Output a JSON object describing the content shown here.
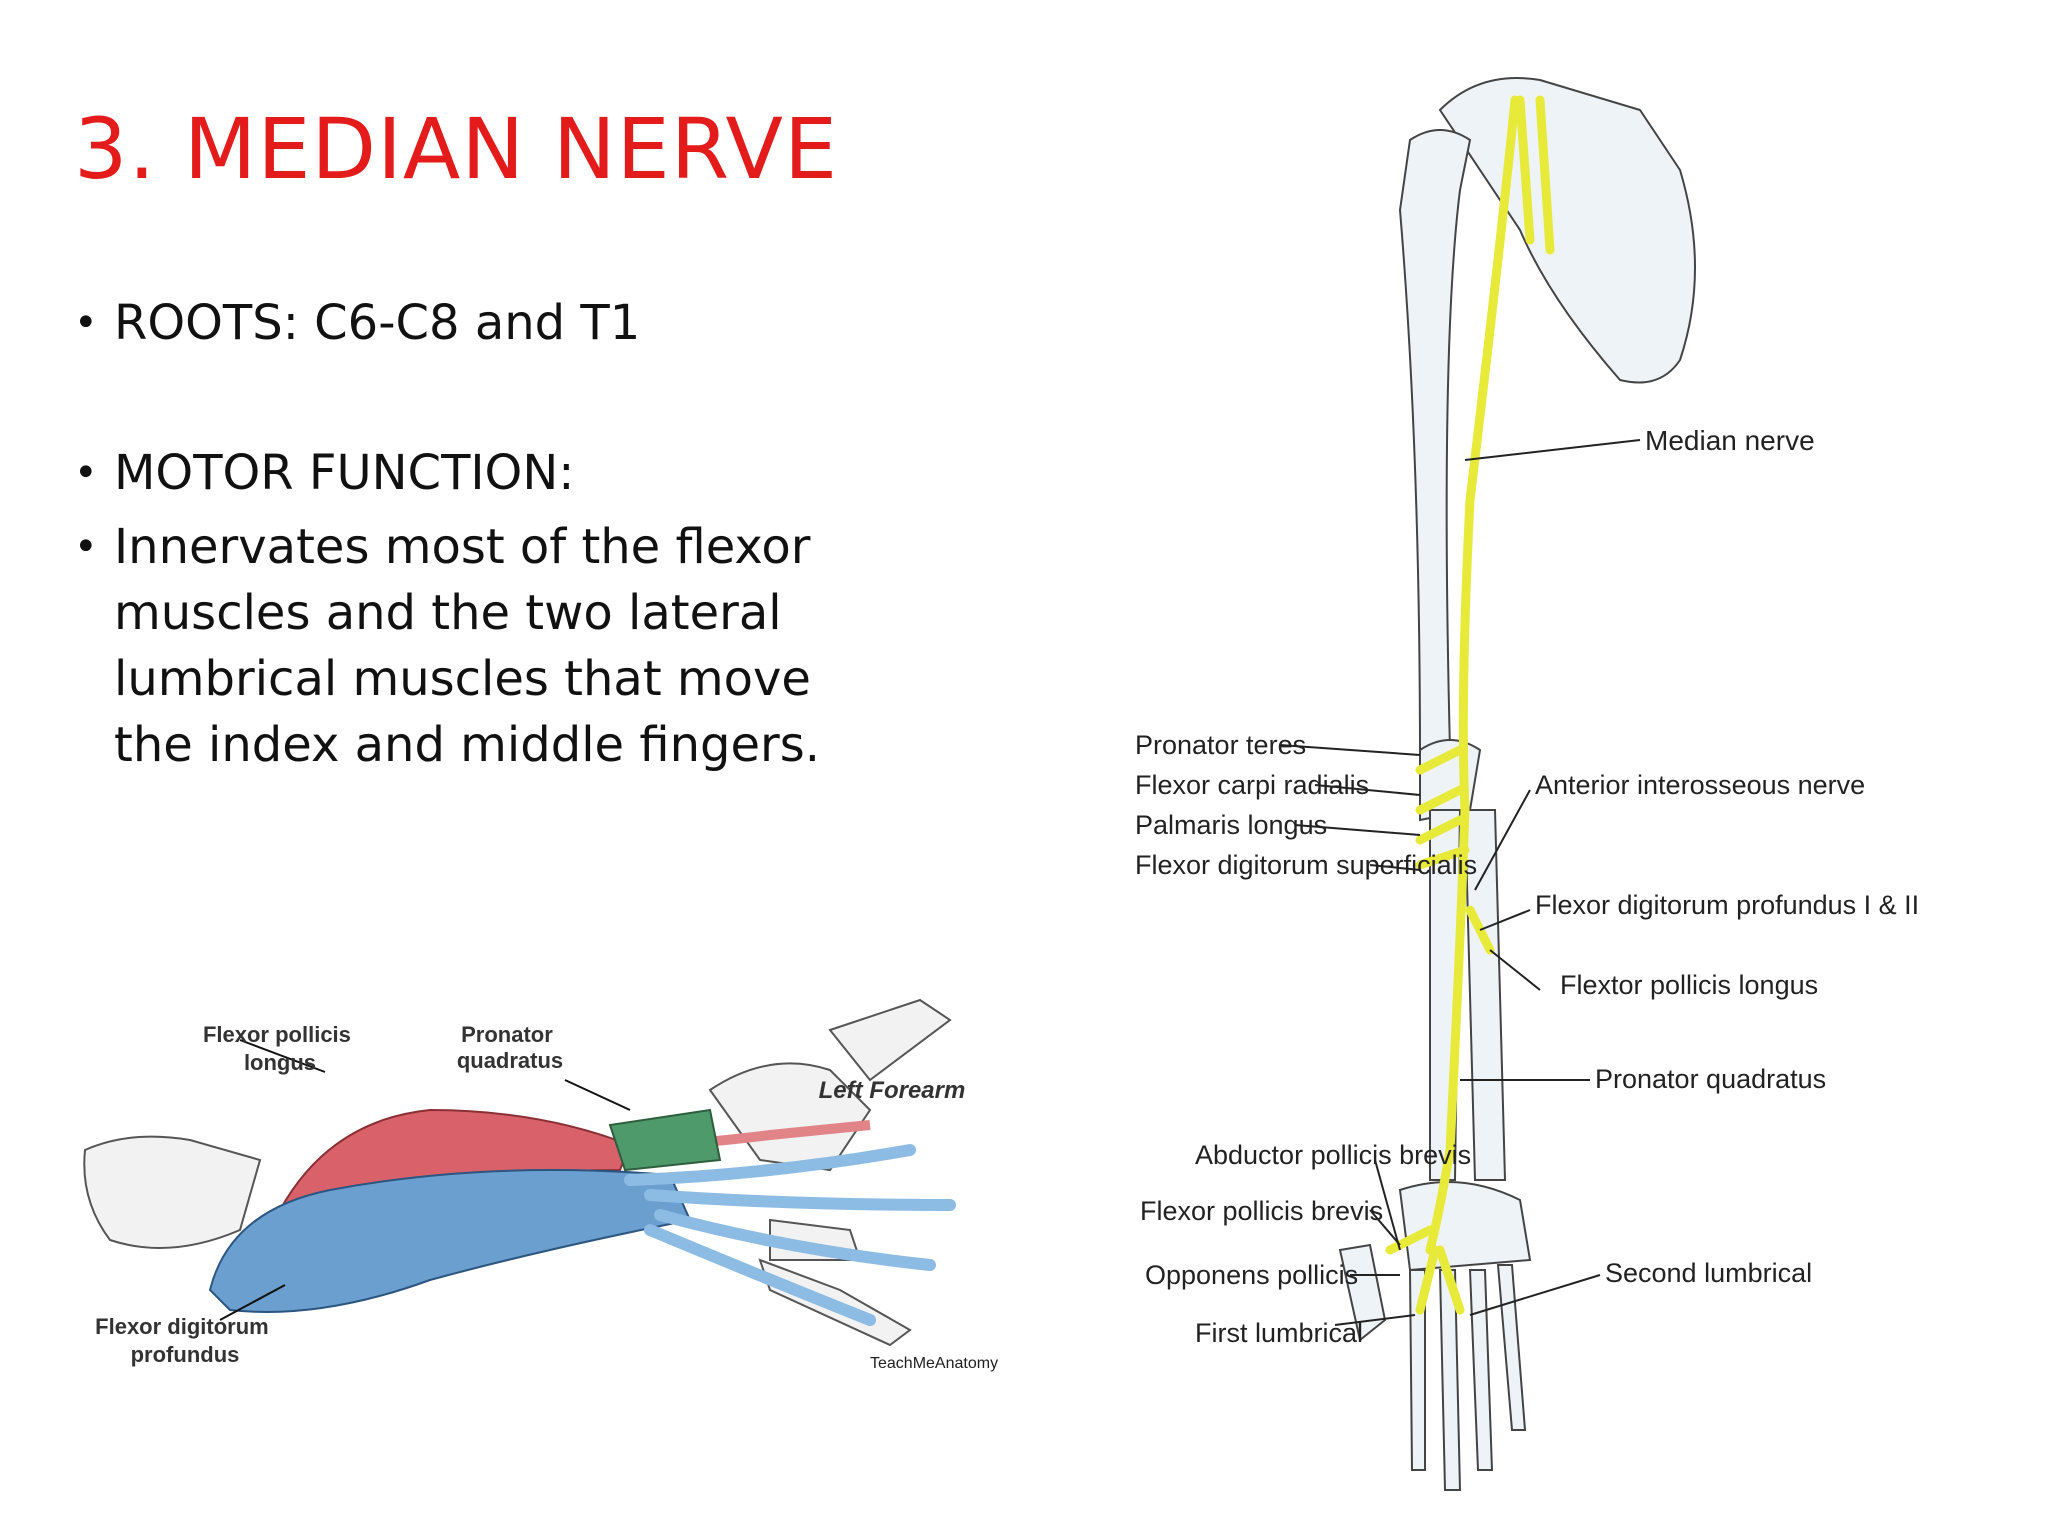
{
  "slide": {
    "title": "3. MEDIAN NERVE",
    "bullets": {
      "roots": "ROOTS: C6-C8 and T1",
      "motor_heading": "MOTOR FUNCTION:",
      "motor_desc": "Innervates most of the flexor muscles and the two lateral lumbrical muscles that move the index and middle fingers."
    },
    "title_color": "#e31b1b"
  },
  "forearm_figure": {
    "labels": {
      "fpl": [
        "Flexor pollicis",
        "longus"
      ],
      "pq": [
        "Pronator",
        "quadratus"
      ],
      "fdp": [
        "Flexor digitorum",
        "profundus"
      ],
      "caption": "Left Forearm",
      "watermark": "TeachMeAnatomy"
    },
    "colors": {
      "fpl_muscle": "#d9626a",
      "fdp_muscle": "#6a9fd0",
      "pq_muscle": "#4f9a6a"
    }
  },
  "arm_figure": {
    "labels": {
      "median_nerve": "Median nerve",
      "pronator_teres": "Pronator teres",
      "fcr": "Flexor carpi radialis",
      "palmaris": "Palmaris longus",
      "fds": "Flexor digitorum superficialis",
      "ain": "Anterior interosseous nerve",
      "fdp": "Flexor digitorum profundus I & II",
      "fpl": "Flextor pollicis longus",
      "pq": "Pronator quadratus",
      "apb": "Abductor pollicis brevis",
      "fpb": "Flexor pollicis brevis",
      "op": "Opponens pollicis",
      "fl": "First lumbrical",
      "sl": "Second lumbrical"
    },
    "colors": {
      "nerve": "#e8ea3a",
      "bone": "#eef3f8",
      "outline": "#444"
    }
  }
}
